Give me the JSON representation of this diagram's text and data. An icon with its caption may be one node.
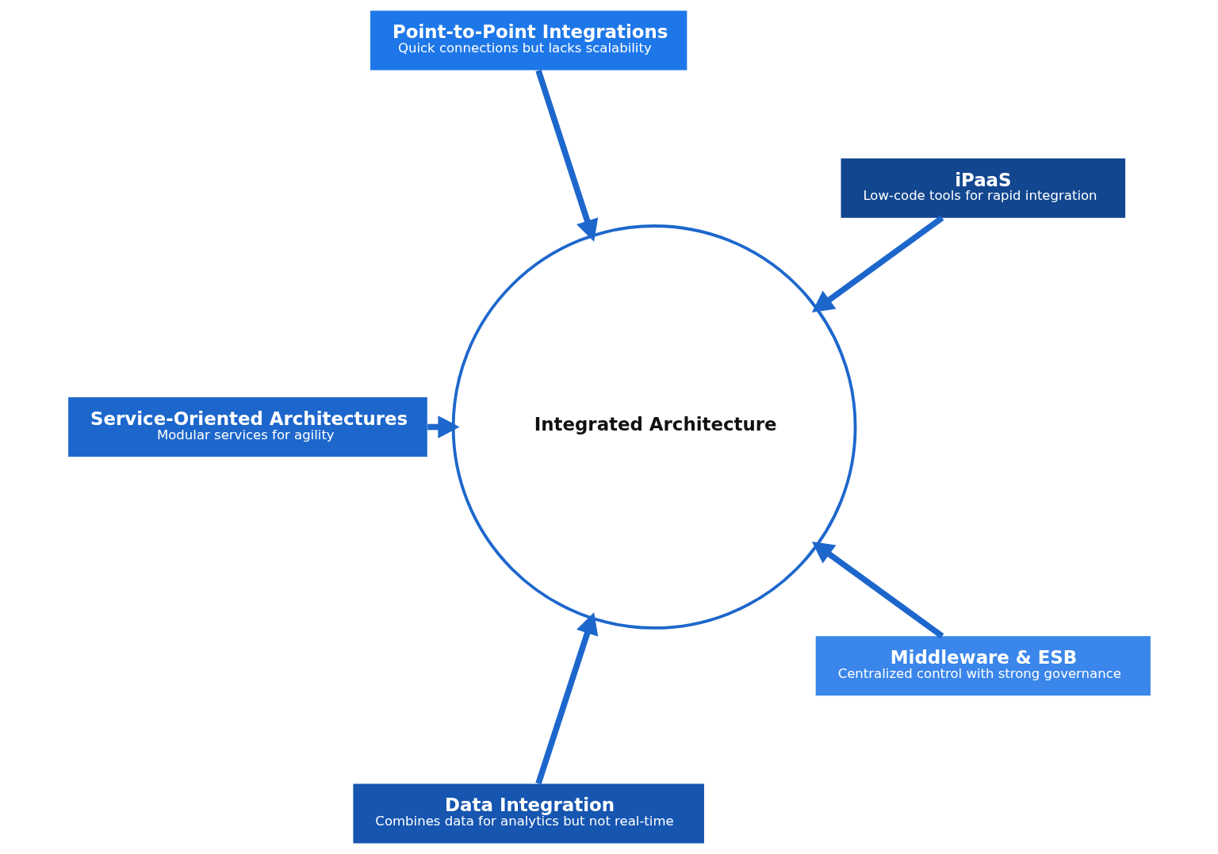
{
  "diagram": {
    "nodes": [
      {
        "text": [
          "iPaaS",
          "Low-code tools for rapid integration"
        ]
      },
      {
        "text": [
          "Point-to-Point Integrations",
          "Quick connections but lacks scalability"
        ]
      },
      {
        "text": [
          "Integrated Architecture"
        ]
      },
      {
        "text": [
          "Service-Oriented Architectures",
          "Modular services for agility"
        ]
      },
      {
        "text": [
          "Data Integration",
          "Combines data for analytics but not real-time"
        ]
      },
      {
        "text": [
          "Middleware & ESB",
          "Centralized control with strong governance"
        ]
      }
    ],
    "edges": [
      {
        "from": 0,
        "to": 2,
        "arrow": "to"
      },
      {
        "from": 1,
        "to": 2,
        "arrow": "to"
      },
      {
        "from": 3,
        "to": 2,
        "arrow": "to"
      },
      {
        "from": 4,
        "to": 2,
        "arrow": "to"
      },
      {
        "from": 5,
        "to": 2,
        "arrow": "to"
      }
    ]
  }
}
